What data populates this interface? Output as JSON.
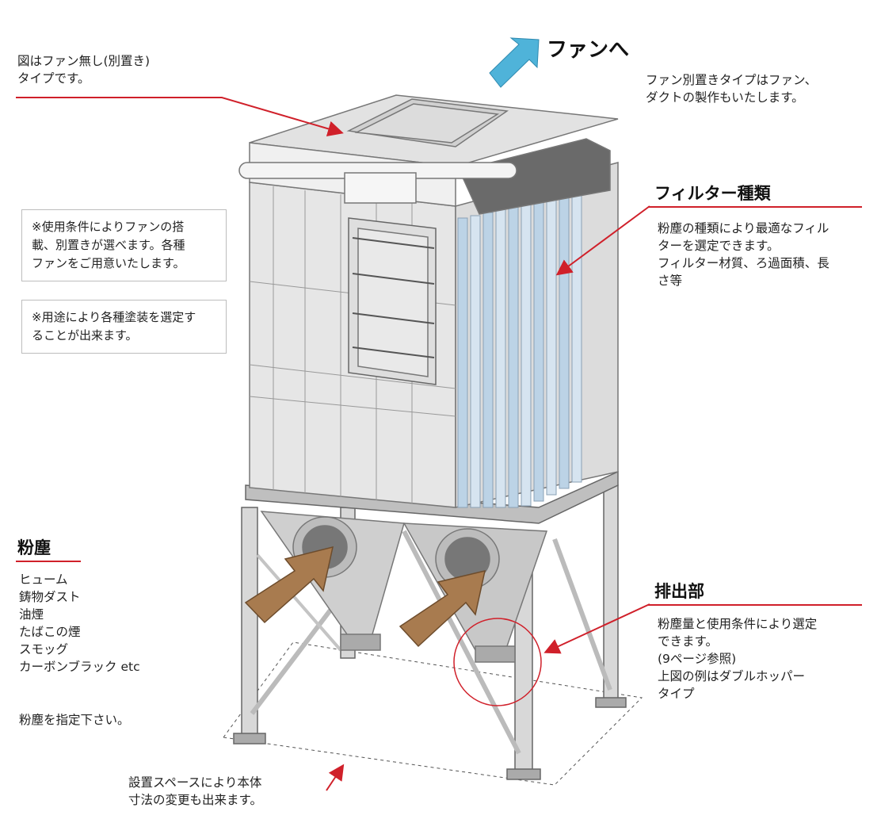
{
  "colors": {
    "accent_red": "#d0202a",
    "fan_arrow": "#4fb3d9",
    "dust_arrow": "#a87b4f",
    "steel_light": "#ececec",
    "steel_mid": "#d4d4d4",
    "steel_dark": "#9a9a9a",
    "filter_blue": "#bcd3e6"
  },
  "icons": {
    "fan_arrow": "up-right-arrow-3d-blue",
    "dust_arrow": "up-right-arrow-3d-brown",
    "pointer_arrow": "red-arrow"
  },
  "labels": {
    "fan_type_note": "図はファン無し(別置き)\nタイプです。",
    "to_fan": "ファンへ",
    "fan_separate": "ファン別置きタイプはファン、\nダクトの製作もいたします。",
    "fan_option_box": "※使用条件によりファンの搭\n載、別置きが選べます。各種\nファンをご用意いたします。",
    "coating_box": "※用途により各種塗装を選定す\nることが出来ます。",
    "filter_title": "フィルター種類",
    "filter_desc": "粉塵の種類により最適なフィル\nターを選定できます。\nフィルター材質、ろ過面積、長\nさ等",
    "dust_title": "粉塵",
    "dust_list": "ヒューム\n鋳物ダスト\n油煙\nたばこの煙\nスモッグ\nカーボンブラック etc",
    "dust_specify": "粉塵を指定下さい。",
    "discharge_title": "排出部",
    "discharge_desc": "粉塵量と使用条件により選定\nできます。\n(9ページ参照)\n上図の例はダブルホッパー\nタイプ",
    "space_note": "設置スペースにより本体\n寸法の変更も出来ます。"
  }
}
